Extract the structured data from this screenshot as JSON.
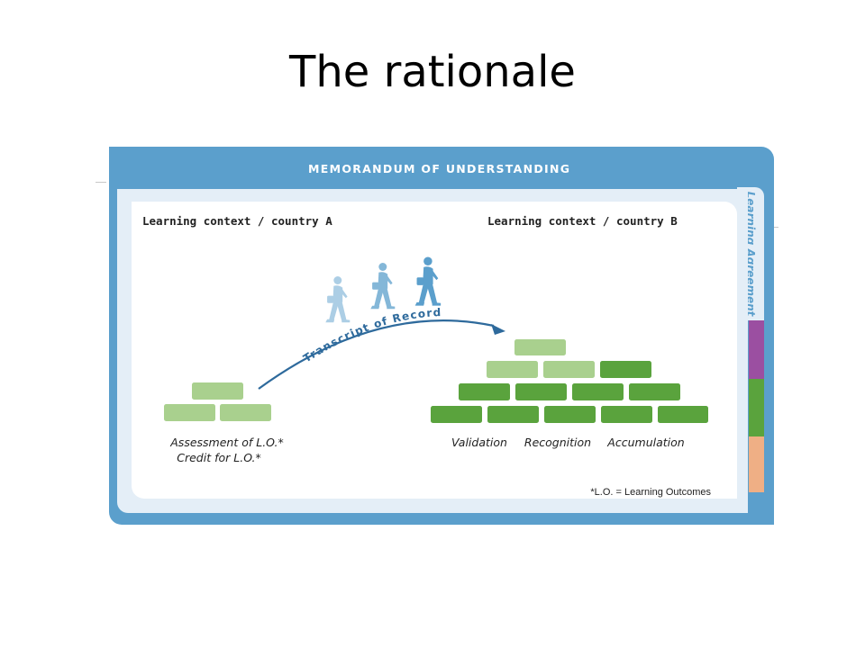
{
  "slide": {
    "title": "The rationale"
  },
  "diagram": {
    "frame_title": "MEMORANDUM OF UNDERSTANDING",
    "side_tab_label": "Learning Agreement",
    "context_a": "Learning context / country A",
    "context_b": "Learning context / country B",
    "arc_label": "Transcript of Record",
    "caption_a_line1": "Assessment  of L.O.*",
    "caption_a_line2": "Credit for L.O.*",
    "caption_validation": "Validation",
    "caption_recognition": "Recognition",
    "caption_accumulation": "Accumulation",
    "footnote": "*L.O. = Learning Outcomes",
    "colors": {
      "frame_blue": "#5b9fcc",
      "panel_light_blue": "#e4eef7",
      "brick_light_green": "#a9d08e",
      "brick_dark_green": "#5aa33d",
      "arc_blue": "#2e6a9c",
      "walker_blue": "#5b9fcc",
      "tab_purple": "#9b4fa1",
      "tab_green": "#5aa33d",
      "tab_peach": "#efaf85"
    }
  }
}
